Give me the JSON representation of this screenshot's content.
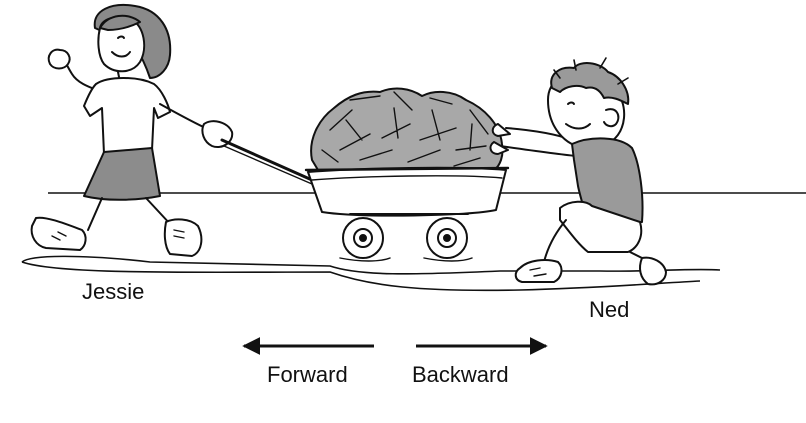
{
  "labels": {
    "jessie": "Jessie",
    "ned": "Ned",
    "forward": "Forward",
    "backward": "Backward"
  },
  "figures": {
    "left_child": "girl-pulling-wagon",
    "right_child": "boy-pushing-wagon",
    "wagon": "wagon-full-of-leaves"
  },
  "colors": {
    "ink": "#111111",
    "shirt_gray": "#9a9a9a",
    "skirt_gray": "#8c8c8c",
    "leaves_gray": "#a8a8a8",
    "background": "#ffffff"
  }
}
